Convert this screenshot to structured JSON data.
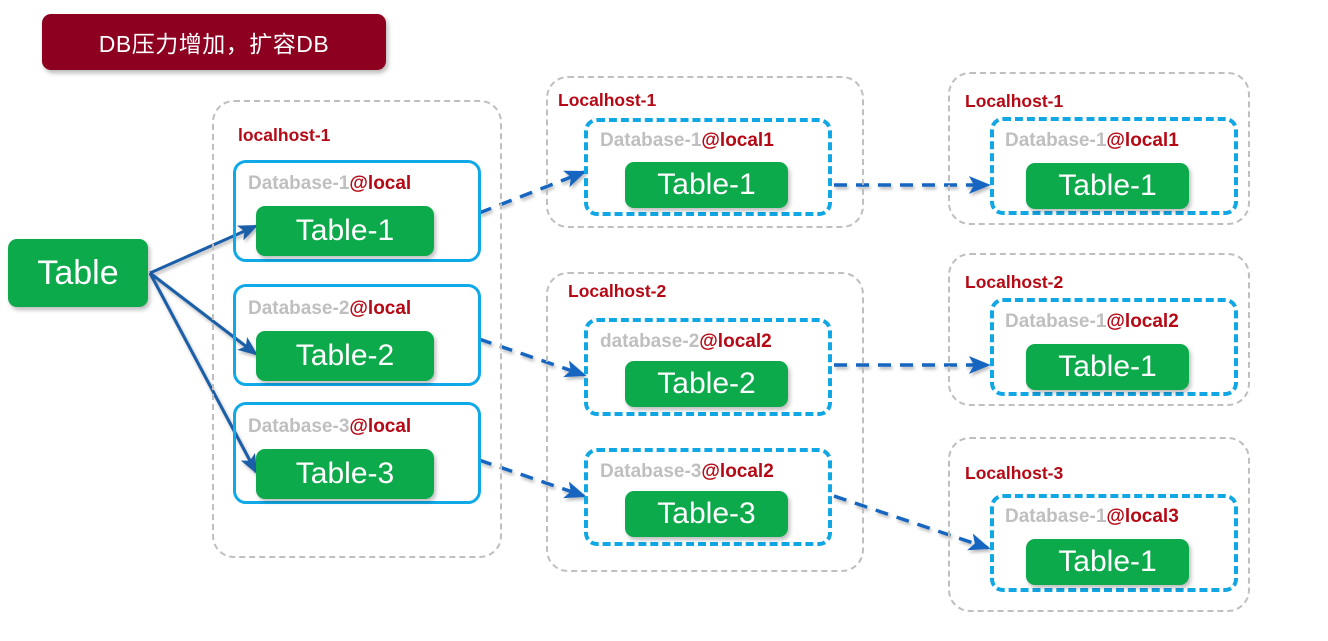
{
  "banner": {
    "text": "DB压力增加，扩容DB",
    "bg_color": "#8E0020",
    "text_color": "#ffffff"
  },
  "colors": {
    "table_green": "#0DAA4C",
    "db_border_blue": "#10A9E8",
    "host_border_gray": "#BFBFBF",
    "host_label_red": "#B50A16",
    "db_name_gray": "#BFBFBF",
    "solid_arrow_blue": "#1F5FA9",
    "dashed_arrow_blue": "#1565C0"
  },
  "source": {
    "label": "Table"
  },
  "stage1": {
    "host_label": "localhost-1",
    "databases": [
      {
        "name": "Database-1",
        "at": "@local",
        "table": "Table-1"
      },
      {
        "name": "Database-2",
        "at": "@local",
        "table": "Table-2"
      },
      {
        "name": "Database-3",
        "at": "@local",
        "table": "Table-3"
      }
    ]
  },
  "stage2": {
    "hosts": [
      {
        "host_label": "Localhost-1",
        "databases": [
          {
            "name": "Database-1",
            "at": "@local1",
            "table": "Table-1"
          }
        ]
      },
      {
        "host_label": "Localhost-2",
        "databases": [
          {
            "name": "database-2",
            "at": "@local2",
            "table": "Table-2"
          },
          {
            "name": "Database-3",
            "at": "@local2",
            "table": "Table-3"
          }
        ]
      }
    ]
  },
  "stage3": {
    "hosts": [
      {
        "host_label": "Localhost-1",
        "databases": [
          {
            "name": "Database-1",
            "at": "@local1",
            "table": "Table-1"
          }
        ]
      },
      {
        "host_label": "Localhost-2",
        "databases": [
          {
            "name": "Database-1",
            "at": "@local2",
            "table": "Table-1"
          }
        ]
      },
      {
        "host_label": "Localhost-3",
        "databases": [
          {
            "name": "Database-1",
            "at": "@local3",
            "table": "Table-1"
          }
        ]
      }
    ]
  }
}
